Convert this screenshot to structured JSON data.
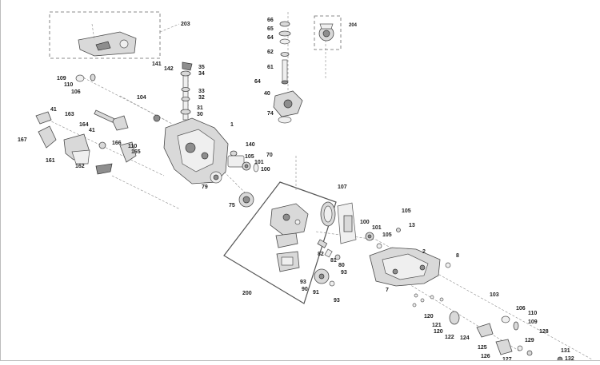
{
  "diagram": {
    "callouts": {
      "c203": "203",
      "c141": "141",
      "c142": "142",
      "c35": "35",
      "c34": "34",
      "c109a": "109",
      "c110a": "110",
      "c106a": "106",
      "c104": "104",
      "c33": "33",
      "c32": "32",
      "c31": "31",
      "c30": "30",
      "c1": "1",
      "c41a": "41",
      "c163": "163",
      "c164": "164",
      "c41b": "41",
      "c167": "167",
      "c166": "166",
      "c110b": "110",
      "c165": "165",
      "c161": "161",
      "c162": "162",
      "c66": "66",
      "c65": "65",
      "c64a": "64",
      "c62": "62",
      "c61": "61",
      "c64b": "64",
      "c204": "204",
      "c40": "40",
      "c74": "74",
      "c140": "140",
      "c105a": "105",
      "c70": "70",
      "c101a": "101",
      "c100a": "100",
      "c79": "79",
      "c75": "75",
      "c107": "107",
      "c105b": "105",
      "c100b": "100",
      "c101b": "101",
      "c105c": "105",
      "c13": "13",
      "c2": "2",
      "c8": "8",
      "c82": "82",
      "c81": "81",
      "c80": "80",
      "c93a": "93",
      "c93b": "93",
      "c90": "90",
      "c91": "91",
      "c200": "200",
      "c93c": "93",
      "c7": "7",
      "c103": "103",
      "c106b": "106",
      "c110c": "110",
      "c109b": "109",
      "c128": "128",
      "c120a": "120",
      "c121": "121",
      "c120b": "120",
      "c122": "122",
      "c124": "124",
      "c129": "129",
      "c125": "125",
      "c126": "126",
      "c127": "127",
      "c131": "131",
      "c132": "132"
    }
  }
}
